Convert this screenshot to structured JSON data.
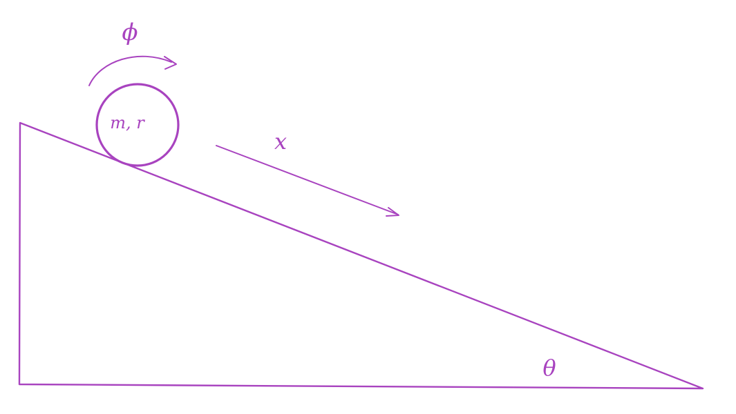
{
  "colors": {
    "ink": "#a843bf"
  },
  "labels": {
    "rotation_angle": "ϕ",
    "ball_params": "m, r",
    "displacement": "x",
    "incline_angle": "θ"
  }
}
